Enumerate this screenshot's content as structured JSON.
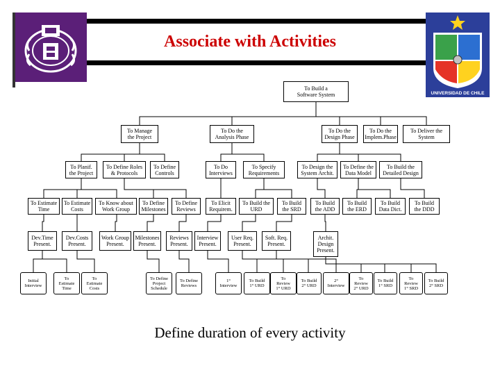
{
  "slide": {
    "title": "Associate with Activities",
    "caption": "Define duration of every activity",
    "title_color": "#cc0000"
  },
  "logos": {
    "right_label": "UNIVERSIDAD DE CHILE"
  },
  "nodes": {
    "root": "To Build a\nSoftware System",
    "manage": "To Manage\nthe Project",
    "analysis": "To Do the\nAnalysis Phase",
    "design": "To Do the\nDesign Phase",
    "implem": "To Do the\nImplem.Phase",
    "deliver": "To Deliver the\nSystem",
    "plan": "To Planif.\nthe Project",
    "roles": "To Define Roles\n& Protocols",
    "controls": "To Define\nControls",
    "interviews": "To Do\nInterviews",
    "specify": "To Specify\nRequirements",
    "archit": "To Design the\nSystem Archit.",
    "datamodel": "To Define the\nData Model",
    "detailed": "To Build the\nDetailed Design",
    "esttime": "To Estimate\nTime",
    "estcosts": "To Estimate\nCosts",
    "knowwg": "To Know about\nWork Group",
    "defmile": "To Define\nMilestones",
    "defrev": "To Define\nReviews",
    "elicit": "To Elicit\nRequirem.",
    "buildurd": "To Build the\nURD",
    "buildsrd": "To Build\nthe SRD",
    "buildadd": "To Build\nthe ADD",
    "builderd": "To Build\nthe ERD",
    "builddd": "To Build\nData Dict.",
    "buildddd": "To Build\nthe DDD",
    "devtime": "Dev.Time\nPresent.",
    "devcosts": "Dev.Costs\nPresent.",
    "wgpres": "Work Group\nPresent.",
    "milepres": "Milestones\nPresent.",
    "revpres": "Reviews\nPresent.",
    "intpres": "Interview\nPresent.",
    "userreq": "User Req.\nPresent.",
    "softreq": "Soft. Req.\nPresent.",
    "archpres": "Archit.\nDesign\nPresent.",
    "l_initint": "Initial\nInterview",
    "l_esttime": "To\nEstimate\nTime",
    "l_estcosts": "To\nEstimate\nCosts",
    "l_projsched": "To Define\nProject\nSchedule",
    "l_defrev": "To Define\nReviews",
    "l_int1": "1°\nInterview",
    "l_urd1": "To Build\n1° URD",
    "l_rev1urd": "To\nReview\n1° URD",
    "l_urd2": "To Build\n2° URD",
    "l_int2": "2°\nInterview",
    "l_rev2urd": "To\nReview\n2° URD",
    "l_srd1": "To Build\n1° SRD",
    "l_rev1srd": "To\nReview\n1° SRD",
    "l_srd2": "To Build\n2° SRD"
  }
}
